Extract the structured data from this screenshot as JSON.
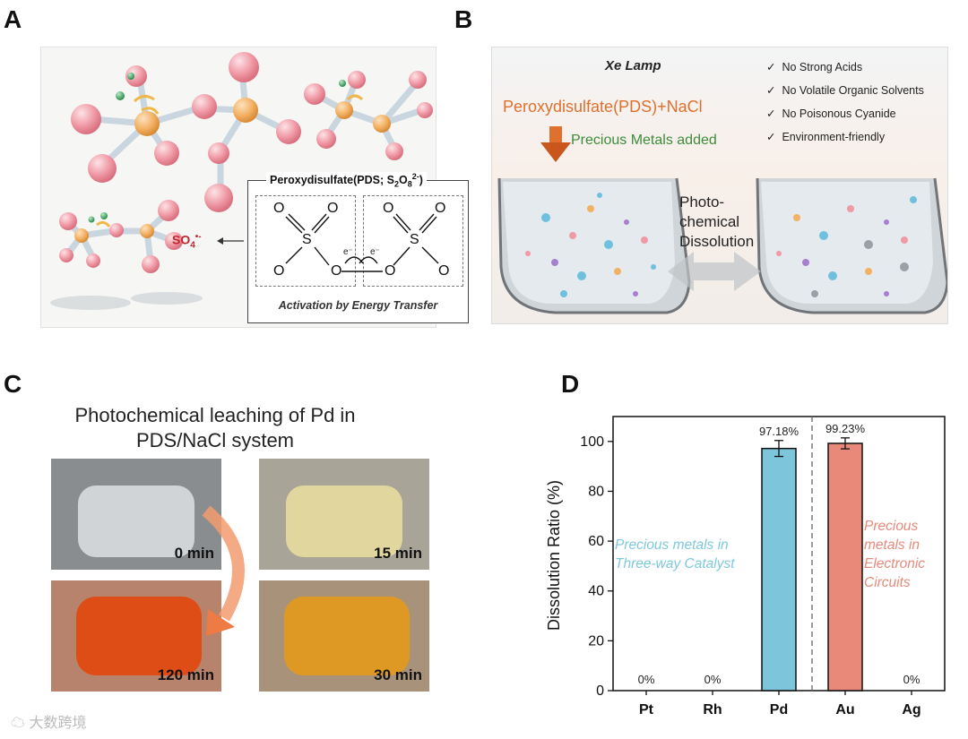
{
  "panels": {
    "a": "A",
    "b": "B",
    "c": "C",
    "d": "D"
  },
  "panel_a": {
    "box_title_main": "Peroxydisulfate(PDS; S",
    "box_title_sub": "2",
    "box_title_o": "O",
    "box_title_sub2": "8",
    "box_title_sup": "2-",
    "box_title_end": ")",
    "so4_main": "SO",
    "so4_sub": "4",
    "so4_sup": "•-",
    "electron": "e⁻",
    "activation": "Activation by Energy Transfer",
    "atoms": {
      "O": "O",
      "S": "S"
    }
  },
  "panel_b": {
    "lamp": "Xe Lamp",
    "pds": "Peroxydisulfate(PDS)+NaCl",
    "precious": "Precious Metals added",
    "dissolution_lines": [
      "Photo-",
      "chemical",
      "Dissolution"
    ],
    "checklist": [
      "No Strong Acids",
      "No Volatile Organic Solvents",
      "No Poisonous Cyanide",
      "Environment-friendly"
    ],
    "check_symbol": "✓"
  },
  "panel_c": {
    "title_line1": "Photochemical leaching of Pd in",
    "title_line2": "PDS/NaCl system",
    "vials": [
      {
        "label": "0 min",
        "color": "#d8dcdf"
      },
      {
        "label": "15 min",
        "color": "#e8dca0"
      },
      {
        "label": "120 min",
        "color": "#e04a12"
      },
      {
        "label": "30 min",
        "color": "#e09a20"
      }
    ]
  },
  "panel_d": {
    "ylabel": "Dissolution Ratio (%)",
    "region_blue": [
      "Precious metals in",
      "Three-way Catalyst"
    ],
    "region_red": [
      "Precious",
      "metals in",
      "Electronic",
      "Circuits"
    ]
  },
  "chart_data": {
    "type": "bar",
    "title": "",
    "xlabel": "",
    "ylabel": "Dissolution Ratio (%)",
    "ylim": [
      0,
      110
    ],
    "yticks": [
      0,
      20,
      40,
      60,
      80,
      100
    ],
    "categories": [
      "Pt",
      "Rh",
      "Pd",
      "Au",
      "Ag"
    ],
    "values": [
      0,
      0,
      97.18,
      99.23,
      0
    ],
    "errors": [
      0,
      0,
      3.2,
      2.2,
      0
    ],
    "data_labels": [
      "0%",
      "0%",
      "97.18%",
      "99.23%",
      "0%"
    ],
    "bar_colors": [
      "#7cc5db",
      "#7cc5db",
      "#7cc5db",
      "#e8897a",
      "#e8897a"
    ],
    "divider_between": [
      2,
      3
    ],
    "grid": false
  },
  "watermark": "大数跨境",
  "colors": {
    "bar_blue": "#7cc5db",
    "bar_red": "#e8897a",
    "so4": "#c0262d",
    "pds_orange": "#e0702d",
    "pm_green": "#3c8c3a"
  }
}
